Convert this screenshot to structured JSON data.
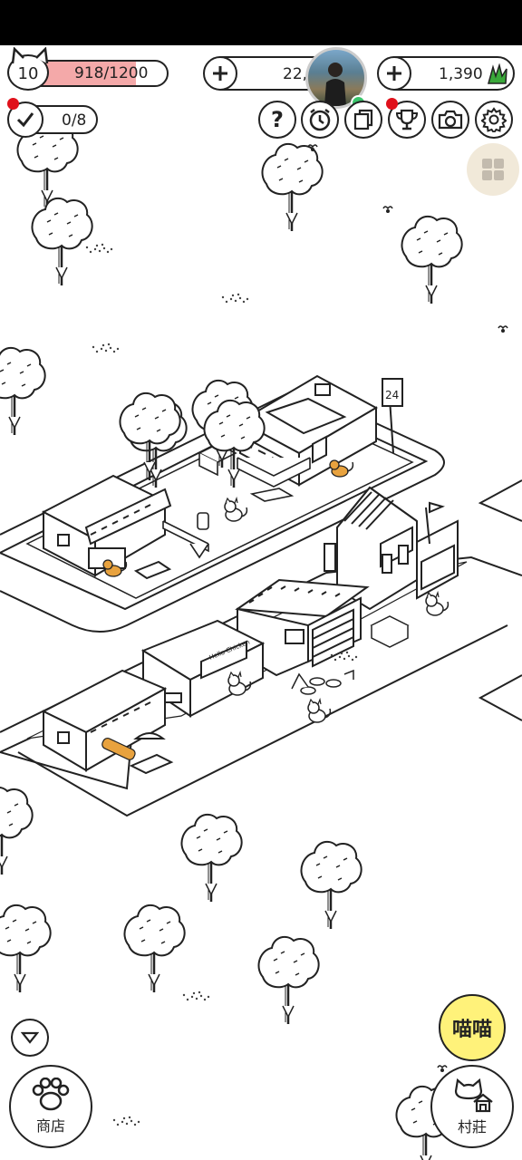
{
  "hud": {
    "level": "10",
    "xp": "918/1200",
    "xp_progress": 0.765,
    "coins": "22,",
    "fish": "1,390",
    "tasks": "0/8"
  },
  "buttons": {
    "meow_label": "喵喵",
    "shop_label": "商店",
    "village_label": "村莊"
  },
  "signs": {
    "store_24": "24",
    "cafe_sign": "Hello Chicken"
  },
  "colors": {
    "xp_fill": "#f4a9a9",
    "notification": "#e0111b",
    "meow_button": "#fff27a",
    "grass_icon": "#3aa83a",
    "cat_orange": "#e8a23e"
  },
  "icons": [
    "cat-level-icon",
    "plus-icon",
    "grass-currency-icon",
    "checkmark-icon",
    "question-icon",
    "timer-icon",
    "cards-icon",
    "trophy-icon",
    "camera-icon",
    "gear-icon",
    "grid-menu-icon",
    "collapse-arrow-icon",
    "paw-icon",
    "cat-house-icon"
  ]
}
